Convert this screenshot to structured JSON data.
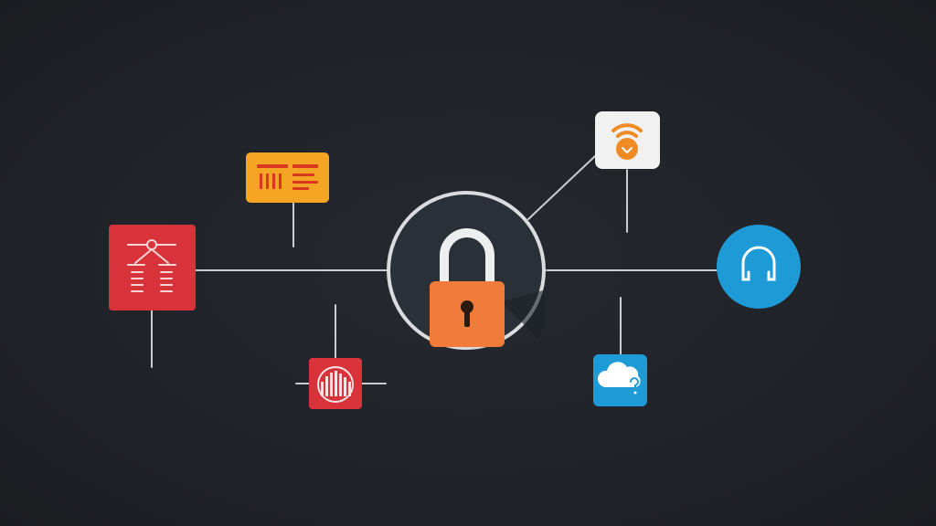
{
  "diagram": {
    "hub": {
      "icon": "padlock-icon",
      "ring_color": "#d9dbde",
      "fill_color": "#2a3038",
      "lock_body_color": "#f07b3a",
      "shackle_color": "#eceeef"
    },
    "nodes": [
      {
        "id": "red-org-chart",
        "icon": "org-chart-icon",
        "color": "#d8333a"
      },
      {
        "id": "amber-list-card",
        "icon": "list-bars-icon",
        "color": "#f5a524"
      },
      {
        "id": "red-bar-chart",
        "icon": "bar-chart-icon",
        "color": "#d8333a"
      },
      {
        "id": "wifi-badge",
        "icon": "wifi-check-icon",
        "color": "#f1f1f1",
        "accent": "#f08a24"
      },
      {
        "id": "blue-headset",
        "icon": "headset-icon",
        "color": "#1e9ad6"
      },
      {
        "id": "blue-cloud",
        "icon": "cloud-icon",
        "color": "#1e9ad6"
      }
    ],
    "line_color": "#c9ccd0"
  }
}
